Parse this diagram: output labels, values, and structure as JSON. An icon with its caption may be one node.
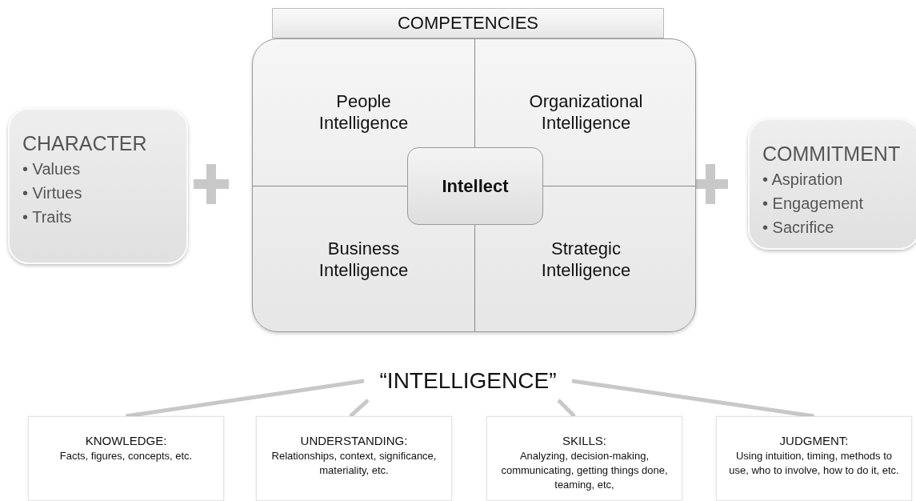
{
  "diagram": {
    "nodes": [
      {
        "text": [
          "CHARACTER",
          "• Values",
          "• Virtues",
          "• Traits"
        ]
      },
      {
        "text": [
          "COMPETENCIES"
        ]
      },
      {
        "text": [],
        "shape": "box"
      },
      {
        "text": [
          "People Intelligence"
        ],
        "in": 2
      },
      {
        "text": [
          "Organizational Intelligence"
        ],
        "in": 2
      },
      {
        "text": [
          "Business Intelligence"
        ],
        "in": 2
      },
      {
        "text": [
          "Strategic Intelligence"
        ],
        "in": 2
      },
      {
        "text": [
          "Intellect"
        ],
        "in": 2
      },
      {
        "text": [
          "COMMITMENT",
          "• Aspiration",
          "• Engagement",
          "• Sacrifice"
        ]
      },
      {
        "text": [
          "“INTELLIGENCE”"
        ]
      },
      {
        "text": [
          "KNOWLEDGE:",
          "Facts, figures, concepts, etc."
        ]
      },
      {
        "text": [
          "UNDERSTANDING:",
          "Relationships, context, significance, materiality, etc."
        ]
      },
      {
        "text": [
          "SKILLS:",
          "Analyzing, decision-making, communicating, getting things done, teaming, etc,"
        ]
      },
      {
        "text": [
          "JUDGMENT:",
          "Using intuition, timing, methods to use, who to involve, how to do it, etc."
        ]
      }
    ],
    "edges": [
      {
        "from": 9,
        "to": 10,
        "arrow": "none"
      },
      {
        "from": 9,
        "to": 11,
        "arrow": "none"
      },
      {
        "from": 9,
        "to": 12,
        "arrow": "none"
      },
      {
        "from": 9,
        "to": 13,
        "arrow": "none"
      }
    ]
  }
}
